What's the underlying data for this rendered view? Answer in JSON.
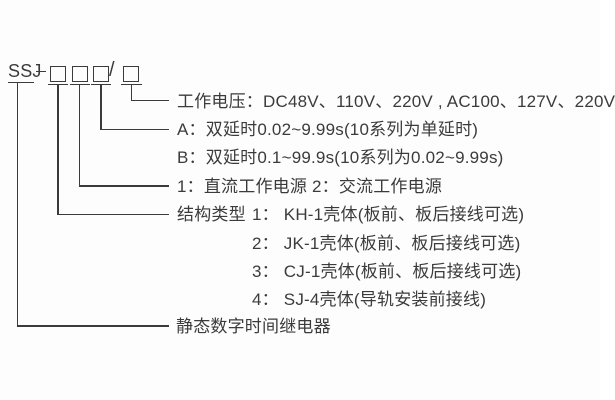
{
  "diagram": {
    "model": {
      "prefix": "SSJ",
      "dash": "-",
      "slash": "/"
    },
    "rows": {
      "voltage": "工作电压：DC48V、110V、220V , AC100、127V、220V",
      "delay_a": "A：双延时0.02~9.99s(10系列为单延时)",
      "delay_b": "B：双延时0.1~99.9s(10系列为0.02~9.99s)",
      "power": "1：直流工作电源 2：交流工作电源",
      "structure_label": "结构类型",
      "structure_options": [
        "1： KH-1壳体(板前、板后接线可选)",
        "2： JK-1壳体(板前、板后接线可选)",
        "3： CJ-1壳体(板前、板后接线可选)",
        "4： SJ-4壳体(导轨安装前接线)"
      ],
      "product_name": "静态数字时间继电器"
    },
    "colors": {
      "ink": "#3b3b3b",
      "background": "#fdfdfd"
    }
  }
}
